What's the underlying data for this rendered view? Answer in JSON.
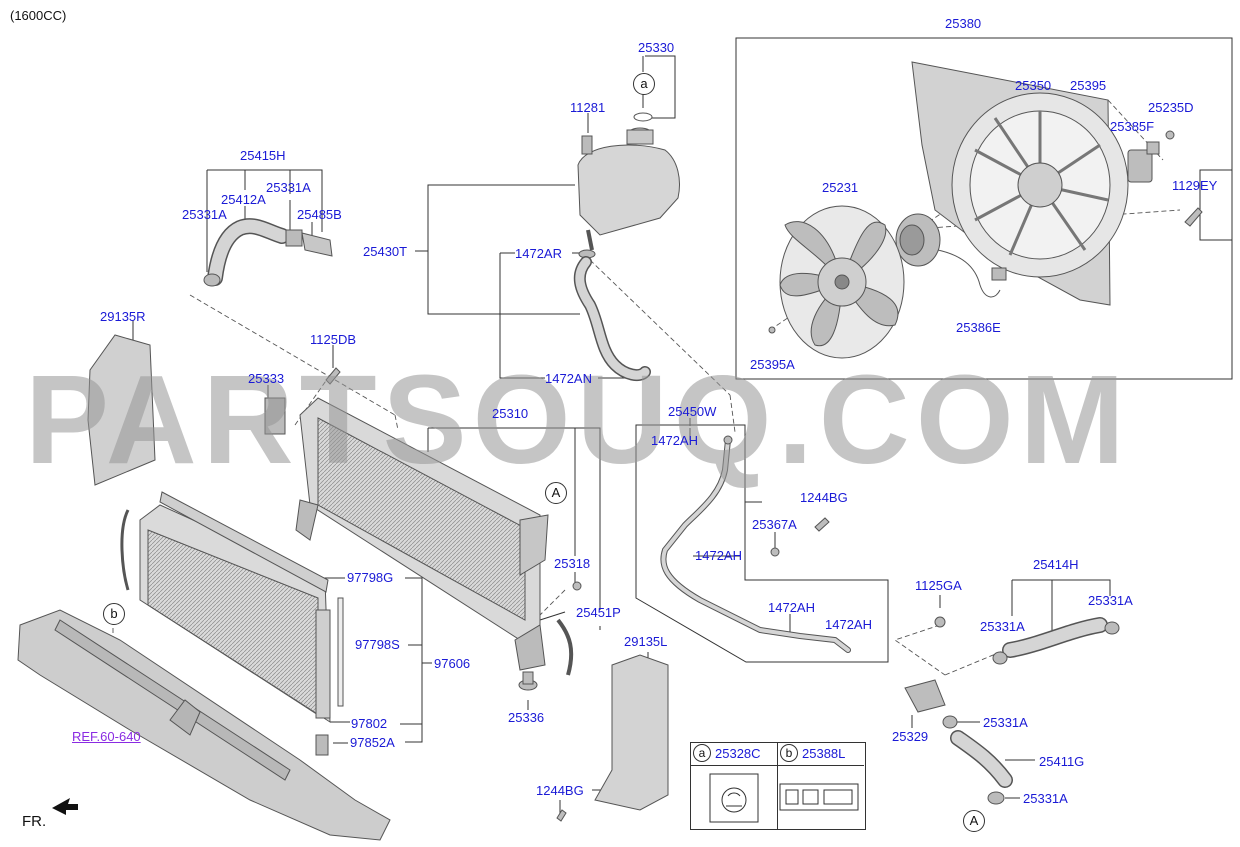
{
  "engine_variant": "(1600CC)",
  "watermark": "PARTSOUQ.COM",
  "fr_label": "FR.",
  "ref_link": "REF.60-640",
  "callouts": {
    "a": "a",
    "b": "b",
    "A": "A"
  },
  "legend": {
    "a": {
      "key": "a",
      "part": "25328C"
    },
    "b": {
      "key": "b",
      "part": "25388L"
    }
  },
  "parts": {
    "p25330": "25330",
    "p11281": "11281",
    "p25380": "25380",
    "p25350": "25350",
    "p25395": "25395",
    "p25235D": "25235D",
    "p25385F": "25385F",
    "p1129EY": "1129EY",
    "p25231": "25231",
    "p25386E": "25386E",
    "p25395A": "25395A",
    "p25415H": "25415H",
    "p25412A": "25412A",
    "p25331A_1": "25331A",
    "p25331A_2": "25331A",
    "p25485B": "25485B",
    "p25430T": "25430T",
    "p1472AR": "1472AR",
    "p1472AN": "1472AN",
    "p29135R": "29135R",
    "p1125DB": "1125DB",
    "p25333": "25333",
    "p25310": "25310",
    "p25450W": "25450W",
    "p1472AH_1": "1472AH",
    "p1472AH_2": "1472AH",
    "p1472AH_3": "1472AH",
    "p1472AH_4": "1472AH",
    "p1244BG_1": "1244BG",
    "p25367A": "25367A",
    "p25318": "25318",
    "p25451P": "25451P",
    "p97798G": "97798G",
    "p97798S": "97798S",
    "p97606": "97606",
    "p97802": "97802",
    "p97852A": "97852A",
    "p25336": "25336",
    "p29135L": "29135L",
    "p1244BG_2": "1244BG",
    "p1125GA": "1125GA",
    "p25414H": "25414H",
    "p25331A_3": "25331A",
    "p25331A_4": "25331A",
    "p25331A_5": "25331A",
    "p25331A_6": "25331A",
    "p25329": "25329",
    "p25411G": "25411G"
  },
  "colors": {
    "part_link": "#1a1ad6",
    "ref_link": "#8a2be2",
    "line": "#333333",
    "part_fill": "#cfcfcf",
    "part_stroke": "#555555",
    "watermark": "#969696"
  }
}
